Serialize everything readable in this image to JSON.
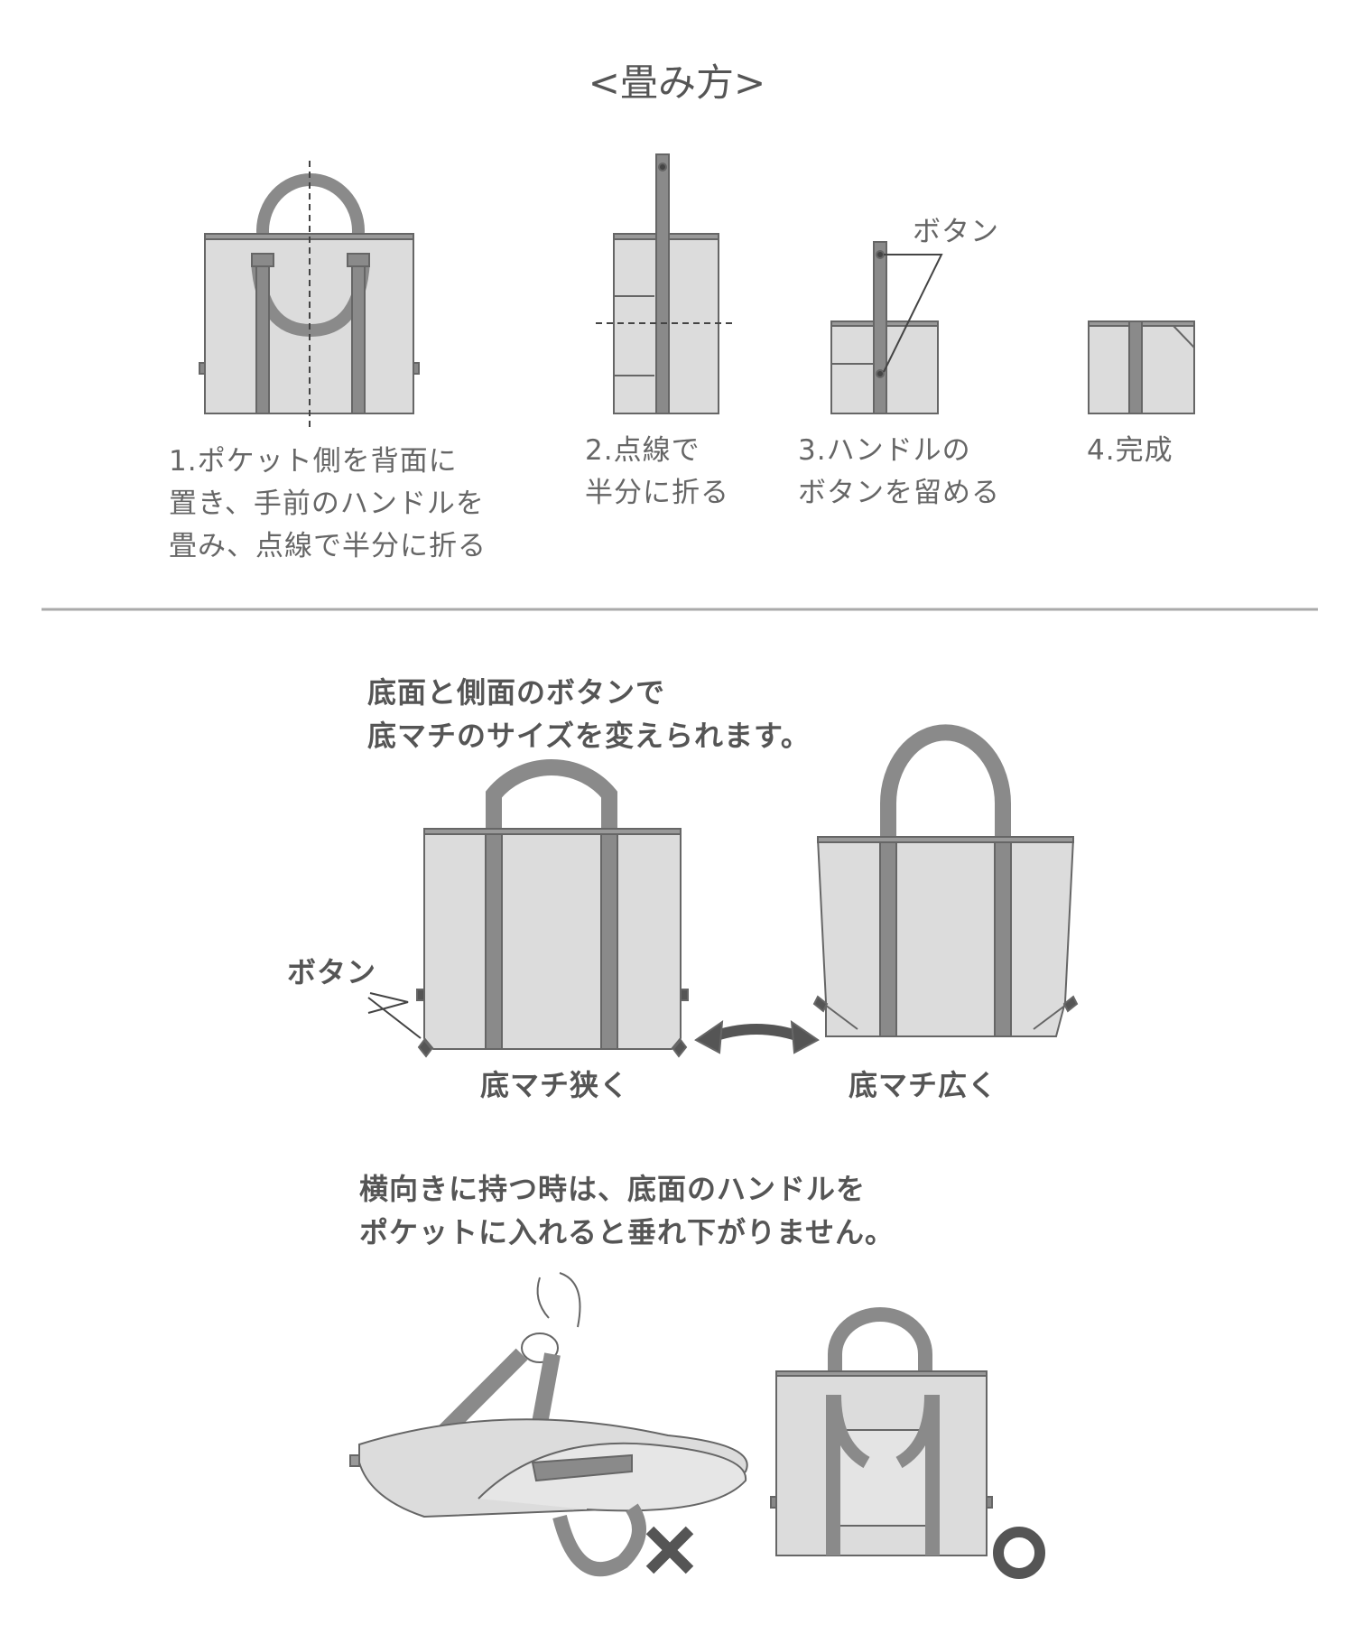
{
  "title": "<畳み方>",
  "steps": [
    {
      "caption": "1.ポケット側を背面に\n置き、手前のハンドルを\n畳み、点線で半分に折る"
    },
    {
      "caption": "2.点線で\n半分に折る"
    },
    {
      "caption": "3.ハンドルの\nボタンを留める",
      "callout": "ボタン"
    },
    {
      "caption": "4.完成"
    }
  ],
  "gusset": {
    "heading": "底面と側面のボタンで\n底マチのサイズを変えられます。",
    "button_label": "ボタン",
    "narrow_label": "底マチ狭く",
    "wide_label": "底マチ広く"
  },
  "carry": {
    "heading": "横向きに持つ時は、底面のハンドルを\nポケットに入れると垂れ下がりません。",
    "wrong_mark": "×",
    "right_mark": "○"
  },
  "colors": {
    "bag_fill": "#dcdcdc",
    "strap": "#8a8a8a",
    "outline": "#666666",
    "divider": "#aaaaaa"
  }
}
